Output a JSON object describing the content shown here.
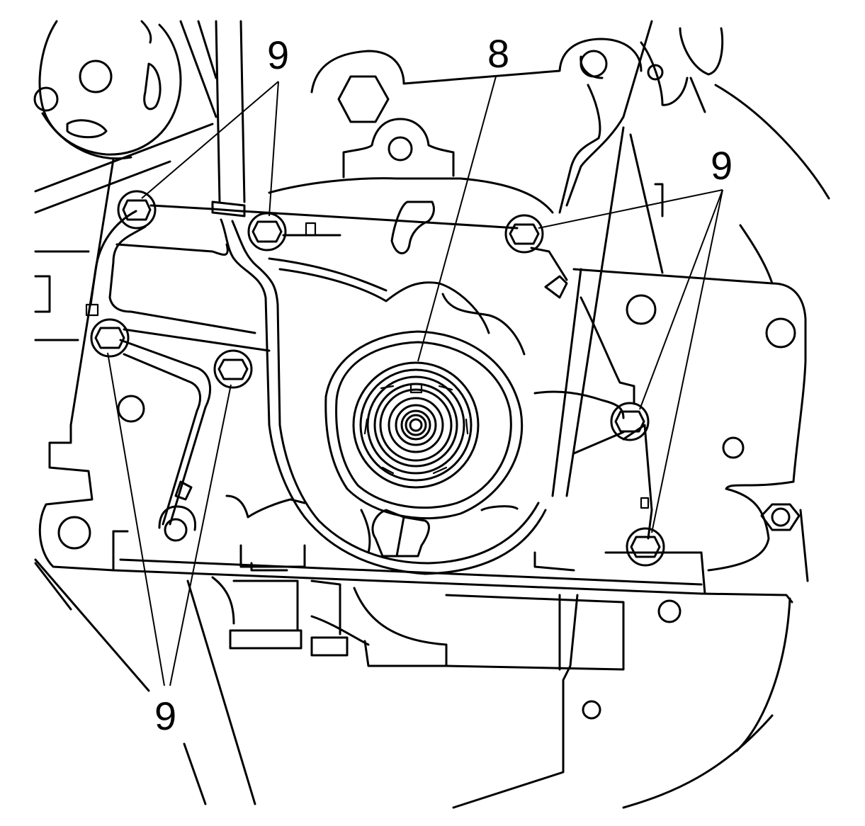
{
  "callouts": {
    "seal": "8",
    "bolt_top": "9",
    "bolt_right": "9",
    "bolt_bottom": "9"
  },
  "colors": {
    "line": "#000000",
    "background": "#ffffff"
  }
}
